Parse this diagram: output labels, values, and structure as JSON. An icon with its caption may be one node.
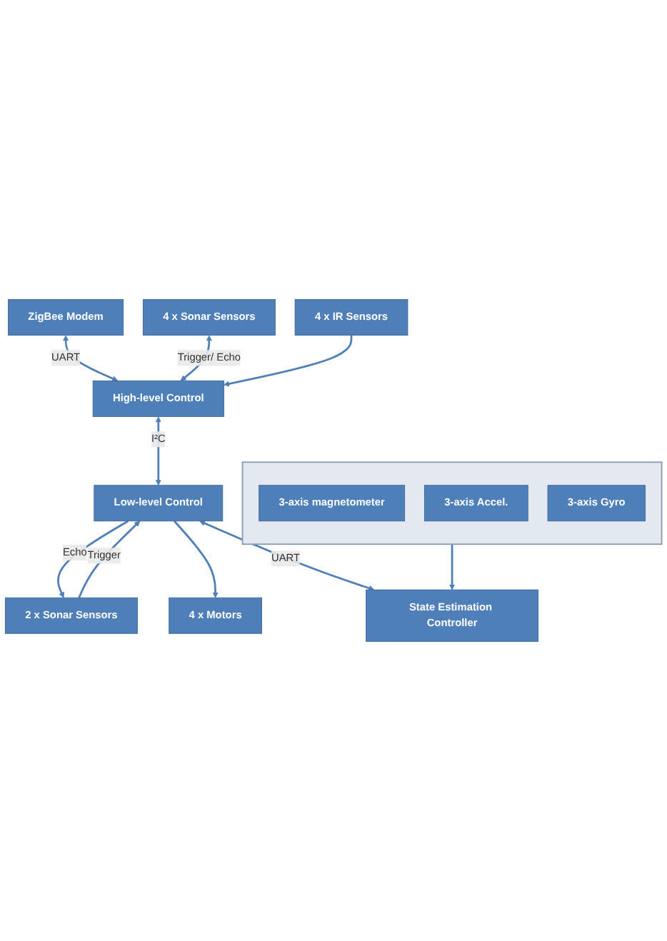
{
  "diagram": {
    "nodes": [
      {
        "text": [
          "ZigBee Modem"
        ]
      },
      {
        "text": [
          "4 x Sonar Sensors"
        ]
      },
      {
        "text": [
          "High-level Control"
        ]
      },
      {
        "text": [
          "4 x IR Sensors"
        ]
      },
      {
        "text": [
          "2 x Sonar Sensors"
        ]
      },
      {
        "text": [
          "Low-level Control"
        ]
      },
      {
        "text": [
          "4 x Motors"
        ]
      },
      {
        "text": [],
        "shape": "box"
      },
      {
        "text": [
          "3-axis magnetometer"
        ],
        "in": 7
      },
      {
        "text": [
          "3-axis Accel."
        ],
        "in": 7
      },
      {
        "text": [
          "3-axis Gyro"
        ],
        "in": 7
      },
      {
        "text": [
          "State Estimation Controller"
        ]
      }
    ],
    "edges": [
      {
        "from": 0,
        "to": 2,
        "arrow": "both",
        "label": "UART"
      },
      {
        "from": 1,
        "to": 2,
        "arrow": "both",
        "label": "Trigger/ Echo"
      },
      {
        "from": 3,
        "to": 2,
        "arrow": "to"
      },
      {
        "from": 2,
        "to": 5,
        "arrow": "both",
        "label": "I²C"
      },
      {
        "from": 5,
        "to": 4,
        "arrow": "to",
        "label": "Echo"
      },
      {
        "from": 4,
        "to": 5,
        "arrow": "to",
        "label": "Trigger"
      },
      {
        "from": 5,
        "to": 6,
        "arrow": "to"
      },
      {
        "from": 5,
        "to": 11,
        "arrow": "both",
        "label": "UART"
      },
      {
        "from": 7,
        "to": 11,
        "arrow": "to"
      }
    ]
  }
}
